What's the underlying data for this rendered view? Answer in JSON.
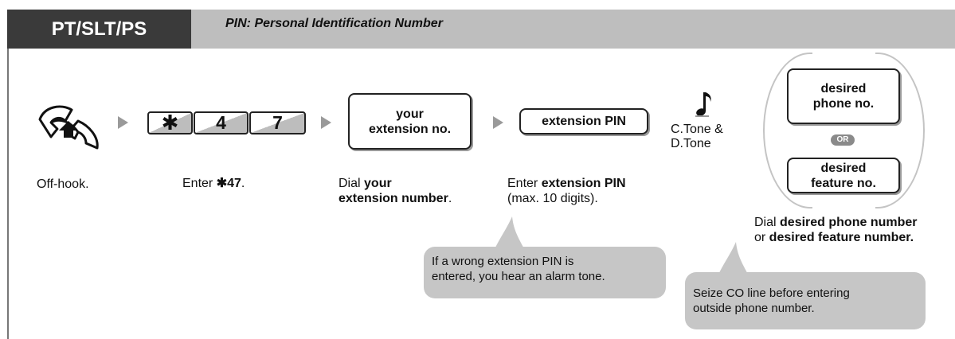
{
  "header": {
    "tab": "PT/SLT/PS",
    "title": "PIN: Personal Identification Number"
  },
  "keys": [
    "✱",
    "4",
    "7"
  ],
  "boxes": {
    "your_ext": "your extension no.",
    "ext_pin": "extension PIN",
    "phone_no": "desired phone no.",
    "feature_no": "desired feature no."
  },
  "or_label": "OR",
  "tone": {
    "line1": "C.Tone &",
    "line2": "D.Tone"
  },
  "captions": {
    "offhook": "Off-hook.",
    "enter_a": "Enter ",
    "enter_b": "✱47",
    "enter_c": ".",
    "dial_a": "Dial ",
    "dial_b1": "your",
    "dial_b2": "extension number",
    "dial_c": ".",
    "pin_a": "Enter ",
    "pin_b": "extension PIN",
    "pin_c": "(max. 10 digits).",
    "desired_a": "Dial ",
    "desired_b": "desired phone number",
    "desired_c": "or ",
    "desired_d": "desired feature number."
  },
  "bubbles": {
    "wrong_pin_1": "If a wrong extension PIN is",
    "wrong_pin_2": "entered, you hear an alarm tone.",
    "seize_1": "Seize CO line before entering",
    "seize_2": "outside phone number."
  },
  "colors": {
    "header_tab": "#3a3a3a",
    "header_bar": "#bebebe",
    "bubble": "#c6c6c6"
  },
  "icons": [
    "off-hook-handset-icon",
    "music-note-icon",
    "arrow-right-icon"
  ]
}
